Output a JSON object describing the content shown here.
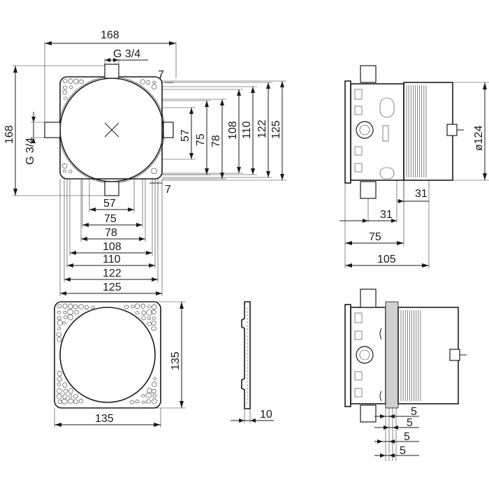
{
  "front_view": {
    "dim_width_168": "168",
    "dim_thread_top": "G 3/4",
    "dim_height_168": "168",
    "dim_thread_left": "G 3/4",
    "dim_7_top": "7",
    "dim_7_right": "7",
    "vertical_dims": [
      "57",
      "75",
      "78",
      "108",
      "110",
      "122",
      "125"
    ],
    "horizontal_dims": [
      "57",
      "75",
      "78",
      "108",
      "110",
      "122",
      "125"
    ]
  },
  "side_view": {
    "dim_diameter": "ø124",
    "dim_31_a": "31",
    "dim_31_b": "31",
    "dim_75": "75",
    "dim_105": "105"
  },
  "plate_view": {
    "dim_height": "135",
    "dim_width": "135"
  },
  "gasket_view": {
    "dim_thickness": "10"
  },
  "section_view": {
    "dims_5": [
      "5",
      "5",
      "5",
      "5"
    ]
  }
}
